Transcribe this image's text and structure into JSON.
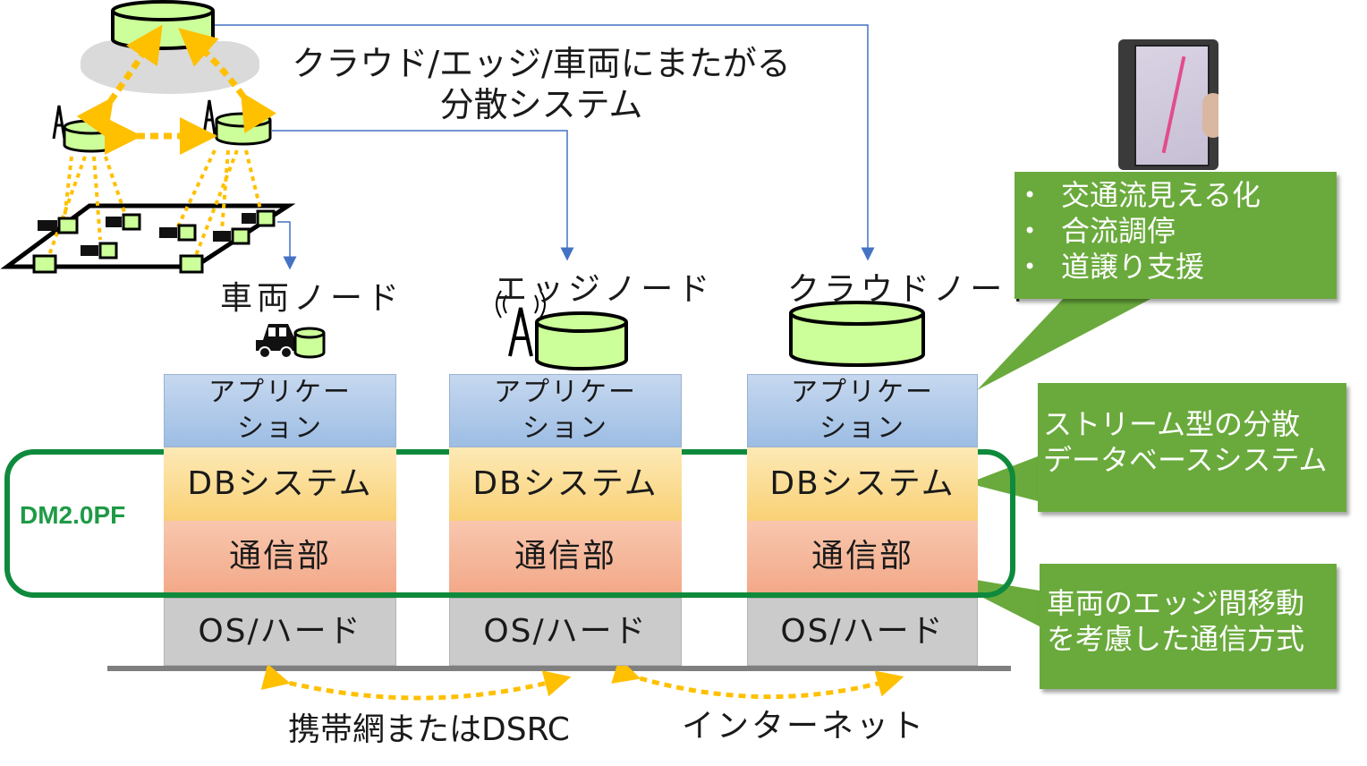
{
  "title": {
    "line1": "クラウド/エッジ/車両にまたがる",
    "line2": "分散システム"
  },
  "nodes": [
    {
      "label": "車両ノード"
    },
    {
      "label": "エッジノード"
    },
    {
      "label": "クラウドノード"
    }
  ],
  "layers": {
    "app_line1": "アプリケー",
    "app_line2": "ション",
    "db": "DBシステム",
    "comm": "通信部",
    "os": "OS/ハード"
  },
  "platform_label": "DM2.0PF",
  "networks": {
    "left": "携帯網またはDSRC",
    "right": "インターネット"
  },
  "callouts": {
    "applications": [
      "交通流見える化",
      "合流調停",
      "道譲り支援"
    ],
    "database": [
      "ストリーム型の分散",
      "データベースシステム"
    ],
    "communication": [
      "車両のエッジ間移動",
      "を考慮した通信方式"
    ]
  },
  "colors": {
    "node_green": "#ccff99",
    "arrow_orange": "#ffc000",
    "platform_outline": "#0e8a3c",
    "callout_green": "#6aaa3c",
    "connector_blue": "#4472c4"
  }
}
